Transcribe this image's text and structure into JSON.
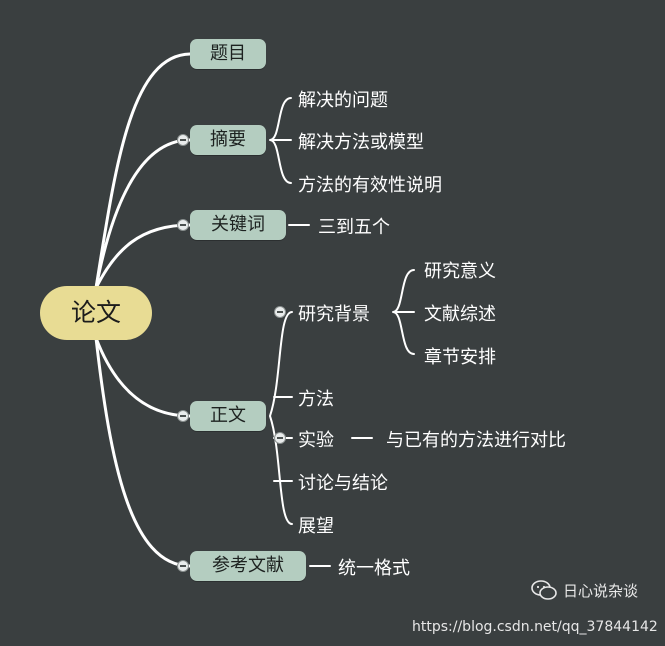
{
  "root": {
    "label": "论文"
  },
  "branches": {
    "title": {
      "label": "题目"
    },
    "abstract": {
      "label": "摘要",
      "children": [
        "解决的问题",
        "解决方法或模型",
        "方法的有效性说明"
      ]
    },
    "keywords": {
      "label": "关键词",
      "children": [
        "三到五个"
      ]
    },
    "body": {
      "label": "正文",
      "background": {
        "label": "研究背景",
        "children": [
          "研究意义",
          "文献综述",
          "章节安排"
        ]
      },
      "method": "方法",
      "experiment": {
        "label": "实验",
        "children": [
          "与已有的方法进行对比"
        ]
      },
      "discussion": "讨论与结论",
      "outlook": "展望"
    },
    "references": {
      "label": "参考文献",
      "children": [
        "统一格式"
      ]
    }
  },
  "watermark": {
    "brand": "日心说杂谈",
    "url": "https://blog.csdn.net/qq_37844142",
    "brand_icon": "wechat-icon"
  },
  "colors": {
    "background": "#3a3f40",
    "root_fill": "#e8dc94",
    "node_fill": "#b4cdc0",
    "connector": "#ffffff"
  }
}
